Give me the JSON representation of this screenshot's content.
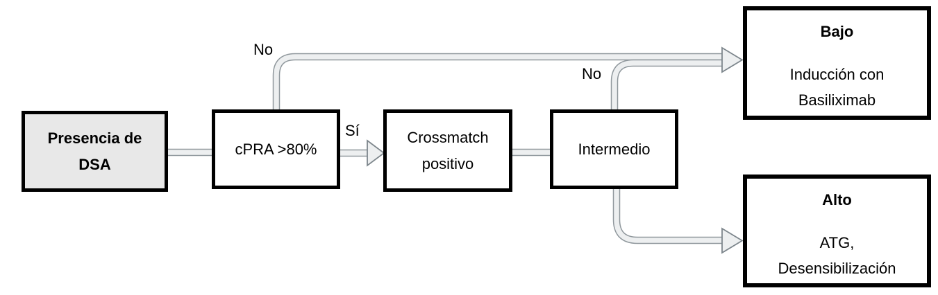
{
  "colors": {
    "box_border": "#000000",
    "start_box_fill": "#e8e8e8",
    "outcome_box_fill": "#ffffff",
    "connector_fill": "#edeff0",
    "connector_stroke": "#8f979c"
  },
  "nodes": {
    "start": {
      "lines": [
        "Presencia de",
        "DSA"
      ]
    },
    "cpra": {
      "label": "cPRA >80%"
    },
    "crossmatch": {
      "lines": [
        "Crossmatch",
        "positivo"
      ]
    },
    "intermedio": {
      "label": "Intermedio"
    },
    "bajo": {
      "title": "Bajo",
      "lines": [
        "Inducción con",
        "Basiliximab"
      ]
    },
    "alto": {
      "title": "Alto",
      "lines": [
        "ATG,",
        "Desensibilización"
      ]
    }
  },
  "edge_labels": {
    "cpra_no": "No",
    "cpra_si": "Sí",
    "intermedio_no": "No"
  }
}
